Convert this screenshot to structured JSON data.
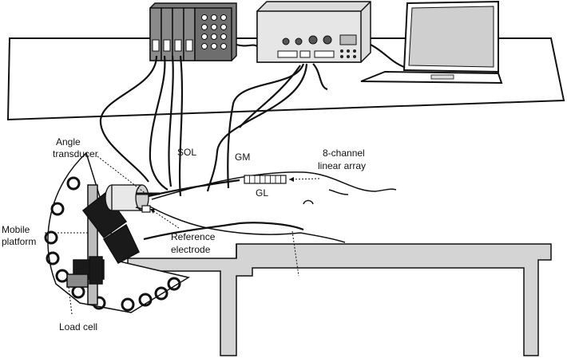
{
  "labels": {
    "angle_transducer_line1": "Angle",
    "angle_transducer_line2": "transducer",
    "sol": "SOL",
    "gm": "GM",
    "channel_array_line1": "8-channel",
    "channel_array_line2": "linear array",
    "gl": "GL",
    "mobile_platform_line1": "Mobile",
    "mobile_platform_line2": "platform",
    "reference_electrode_line1": "Reference",
    "reference_electrode_line2": "electrode",
    "load_cell": "Load cell"
  },
  "colors": {
    "stroke": "#111111",
    "table_fill": "#ffffff",
    "bench_fill": "#d4d4d4",
    "amplifier_fill": "#6e6e6e",
    "module_fill": "#7a7a7a",
    "box_fill": "#dcdcdc",
    "laptop_screen": "#cfcfcf",
    "black_block": "#1a1a1a"
  }
}
